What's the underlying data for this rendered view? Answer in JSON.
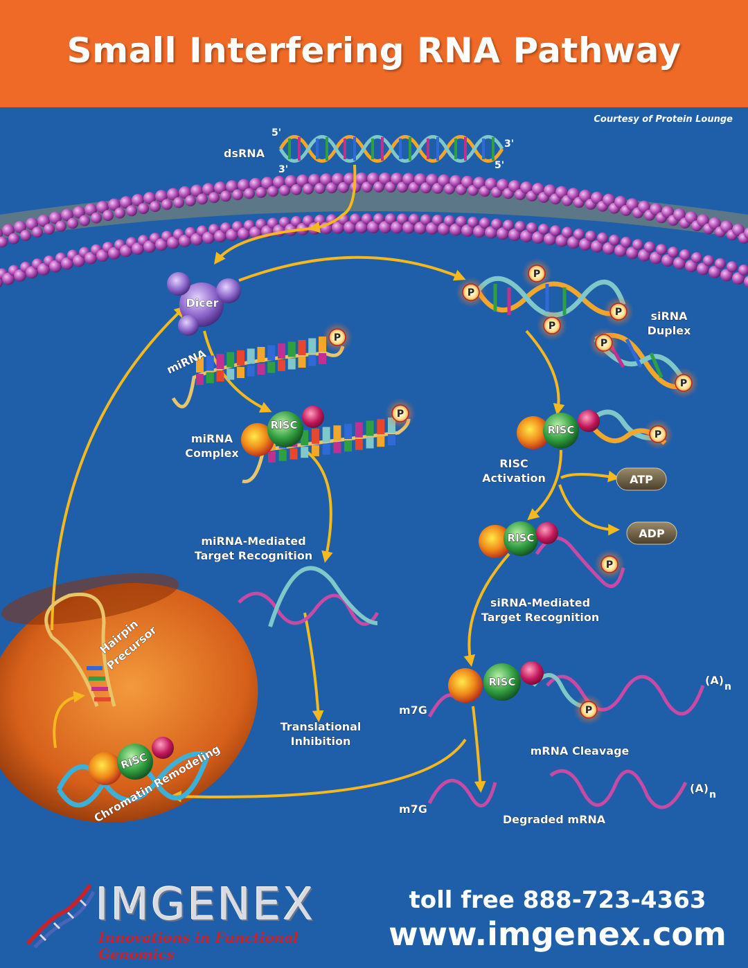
{
  "header": {
    "title": "Small Interfering RNA Pathway"
  },
  "credit": "Courtesy of Protein Lounge",
  "labels": {
    "dsrna": "dsRNA",
    "five_prime": "5'",
    "three_prime": "3'",
    "dicer": "Dicer",
    "mirna": "miRNA",
    "sirna_duplex_1": "siRNA",
    "sirna_duplex_2": "Duplex",
    "risc": "RISC",
    "mirna_complex_1": "miRNA",
    "mirna_complex_2": "Complex",
    "risc_activation_1": "RISC",
    "risc_activation_2": "Activation",
    "atp": "ATP",
    "adp": "ADP",
    "mirna_mediated_1": "miRNA-Mediated",
    "mirna_mediated_2": "Target Recognition",
    "sirna_mediated_1": "siRNA-Mediated",
    "sirna_mediated_2": "Target Recognition",
    "hairpin_1": "Hairpin",
    "hairpin_2": "Precursor",
    "translational_1": "Translational",
    "translational_2": "Inhibition",
    "m7g": "m7G",
    "poly_a": "(A)",
    "poly_a_sub": "n",
    "mrna_cleavage": "mRNA Cleavage",
    "chromatin": "Chromatin Remodeling",
    "degraded": "Degraded mRNA",
    "phosphate": "P"
  },
  "footer": {
    "brand": "IMGENEX",
    "tagline": "Innovations in Functional Genomics",
    "phone": "toll free 888-723-4363",
    "website": "www.imgenex.com"
  },
  "colors": {
    "header": "#ef6a26",
    "background": "#1f5faa",
    "arrow": "#f5b81d",
    "membrane": "#b34fb8",
    "nucleus": "#d6601a"
  }
}
